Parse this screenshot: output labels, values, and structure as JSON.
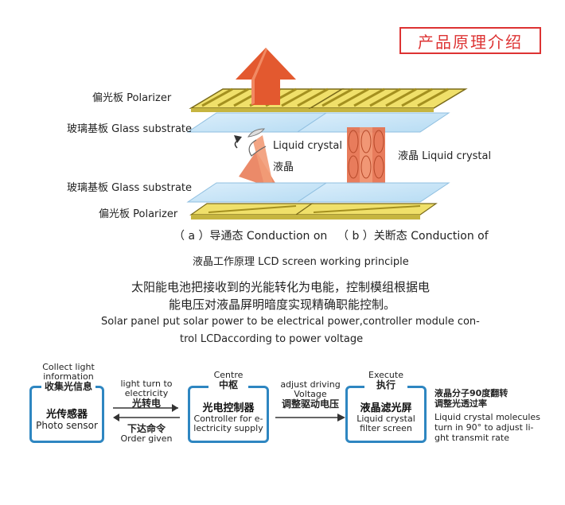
{
  "header": {
    "title": "产品原理介绍"
  },
  "layers": {
    "top_polarizer": "偏光板 Polarizer",
    "top_glass": "玻璃基板 Glass substrate",
    "bottom_glass": "玻璃基板 Glass substrate",
    "bottom_polarizer": "偏光板 Polarizer",
    "lc_left_en": "Liquid crystal",
    "lc_left_cn": "液晶",
    "lc_right": "液晶  Liquid crystal"
  },
  "captions": {
    "a": "（ a ）导通态  Conduction on",
    "b": "（ b ）关断态 Conduction of",
    "principle": "液晶工作原理 LCD screen working principle"
  },
  "description": {
    "cn_line1": "太阳能电池把接收到的光能转化为电能，控制模组根据电",
    "cn_line2": "能电压对液晶屏明暗度实现精确职能控制。",
    "en_line1": "Solar panel put solar power to be electrical power,controller module con-",
    "en_line2": "trol LCDaccording to power voltage"
  },
  "flow": {
    "box1": {
      "tag_en1": "Collect light",
      "tag_en2": "information",
      "tag_cn": "收集光信息",
      "title_cn": "光传感器",
      "title_en": "Photo sensor"
    },
    "arrow1": {
      "top_en1": "light turn to",
      "top_en2": "electricity",
      "top_cn": "光转电",
      "bottom_cn": "下达命令",
      "bottom_en": "Order given"
    },
    "box2": {
      "tag_en": "Centre",
      "tag_cn": "中枢",
      "title_cn": "光电控制器",
      "title_en1": "Controller for e-",
      "title_en2": "lectricity supply"
    },
    "arrow2": {
      "top_en1": "adjust driving",
      "top_en2": "Voltage",
      "top_cn": "调整驱动电压"
    },
    "box3": {
      "tag_en": "Execute",
      "tag_cn": "执行",
      "title_cn": "液晶滤光屏",
      "title_en1": "Liquid crystal",
      "title_en2": "filter screen"
    },
    "result": {
      "cn1": "液晶分子90度翻转",
      "cn2": "调整光透过率",
      "en1": "Liquid crystal molecules",
      "en2": "turn in 90° to adjust li-",
      "en3": "ght transmit rate"
    }
  }
}
